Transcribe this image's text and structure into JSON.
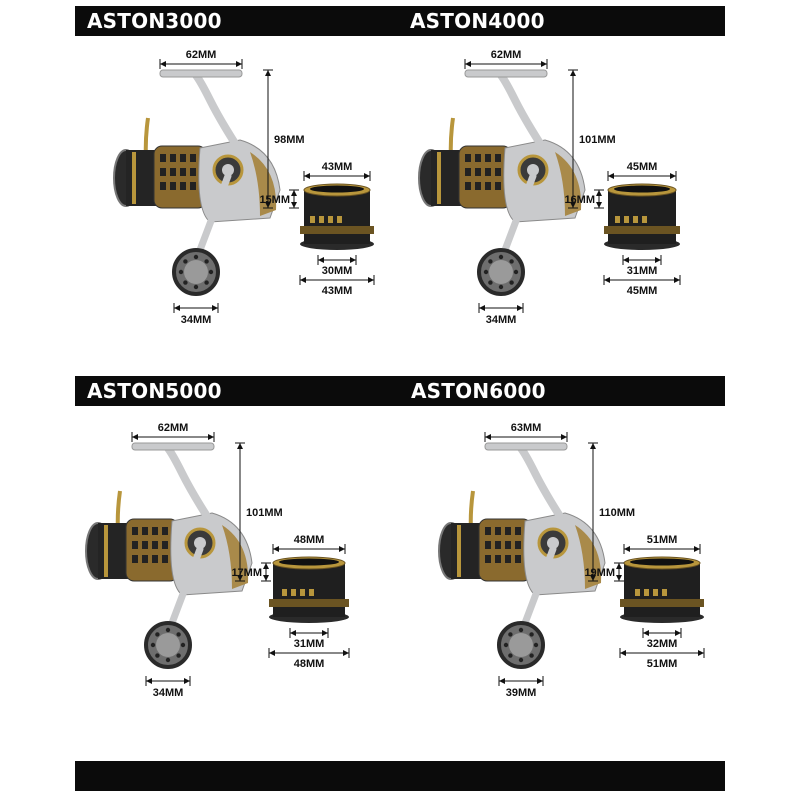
{
  "colors": {
    "bar": "#0b0b0b",
    "bar_text": "#ffffff",
    "gold": "#b8963c",
    "silver": "#c9cacc",
    "dark": "#1c1c1c"
  },
  "bars": {
    "top": "",
    "bottom": ""
  },
  "reels": [
    {
      "model": "ASTON3000",
      "handle_width": "62MM",
      "height": "98MM",
      "knob": "34MM",
      "spool_top": "43MM",
      "spool_height": "15MM",
      "spool_inner": "30MM",
      "spool_bottom": "43MM"
    },
    {
      "model": "ASTON4000",
      "handle_width": "62MM",
      "height": "101MM",
      "knob": "34MM",
      "spool_top": "45MM",
      "spool_height": "16MM",
      "spool_inner": "31MM",
      "spool_bottom": "45MM"
    },
    {
      "model": "ASTON5000",
      "handle_width": "62MM",
      "height": "101MM",
      "knob": "34MM",
      "spool_top": "48MM",
      "spool_height": "17MM",
      "spool_inner": "31MM",
      "spool_bottom": "48MM"
    },
    {
      "model": "ASTON6000",
      "handle_width": "63MM",
      "height": "110MM",
      "knob": "39MM",
      "spool_top": "51MM",
      "spool_height": "19MM",
      "spool_inner": "32MM",
      "spool_bottom": "51MM"
    }
  ]
}
